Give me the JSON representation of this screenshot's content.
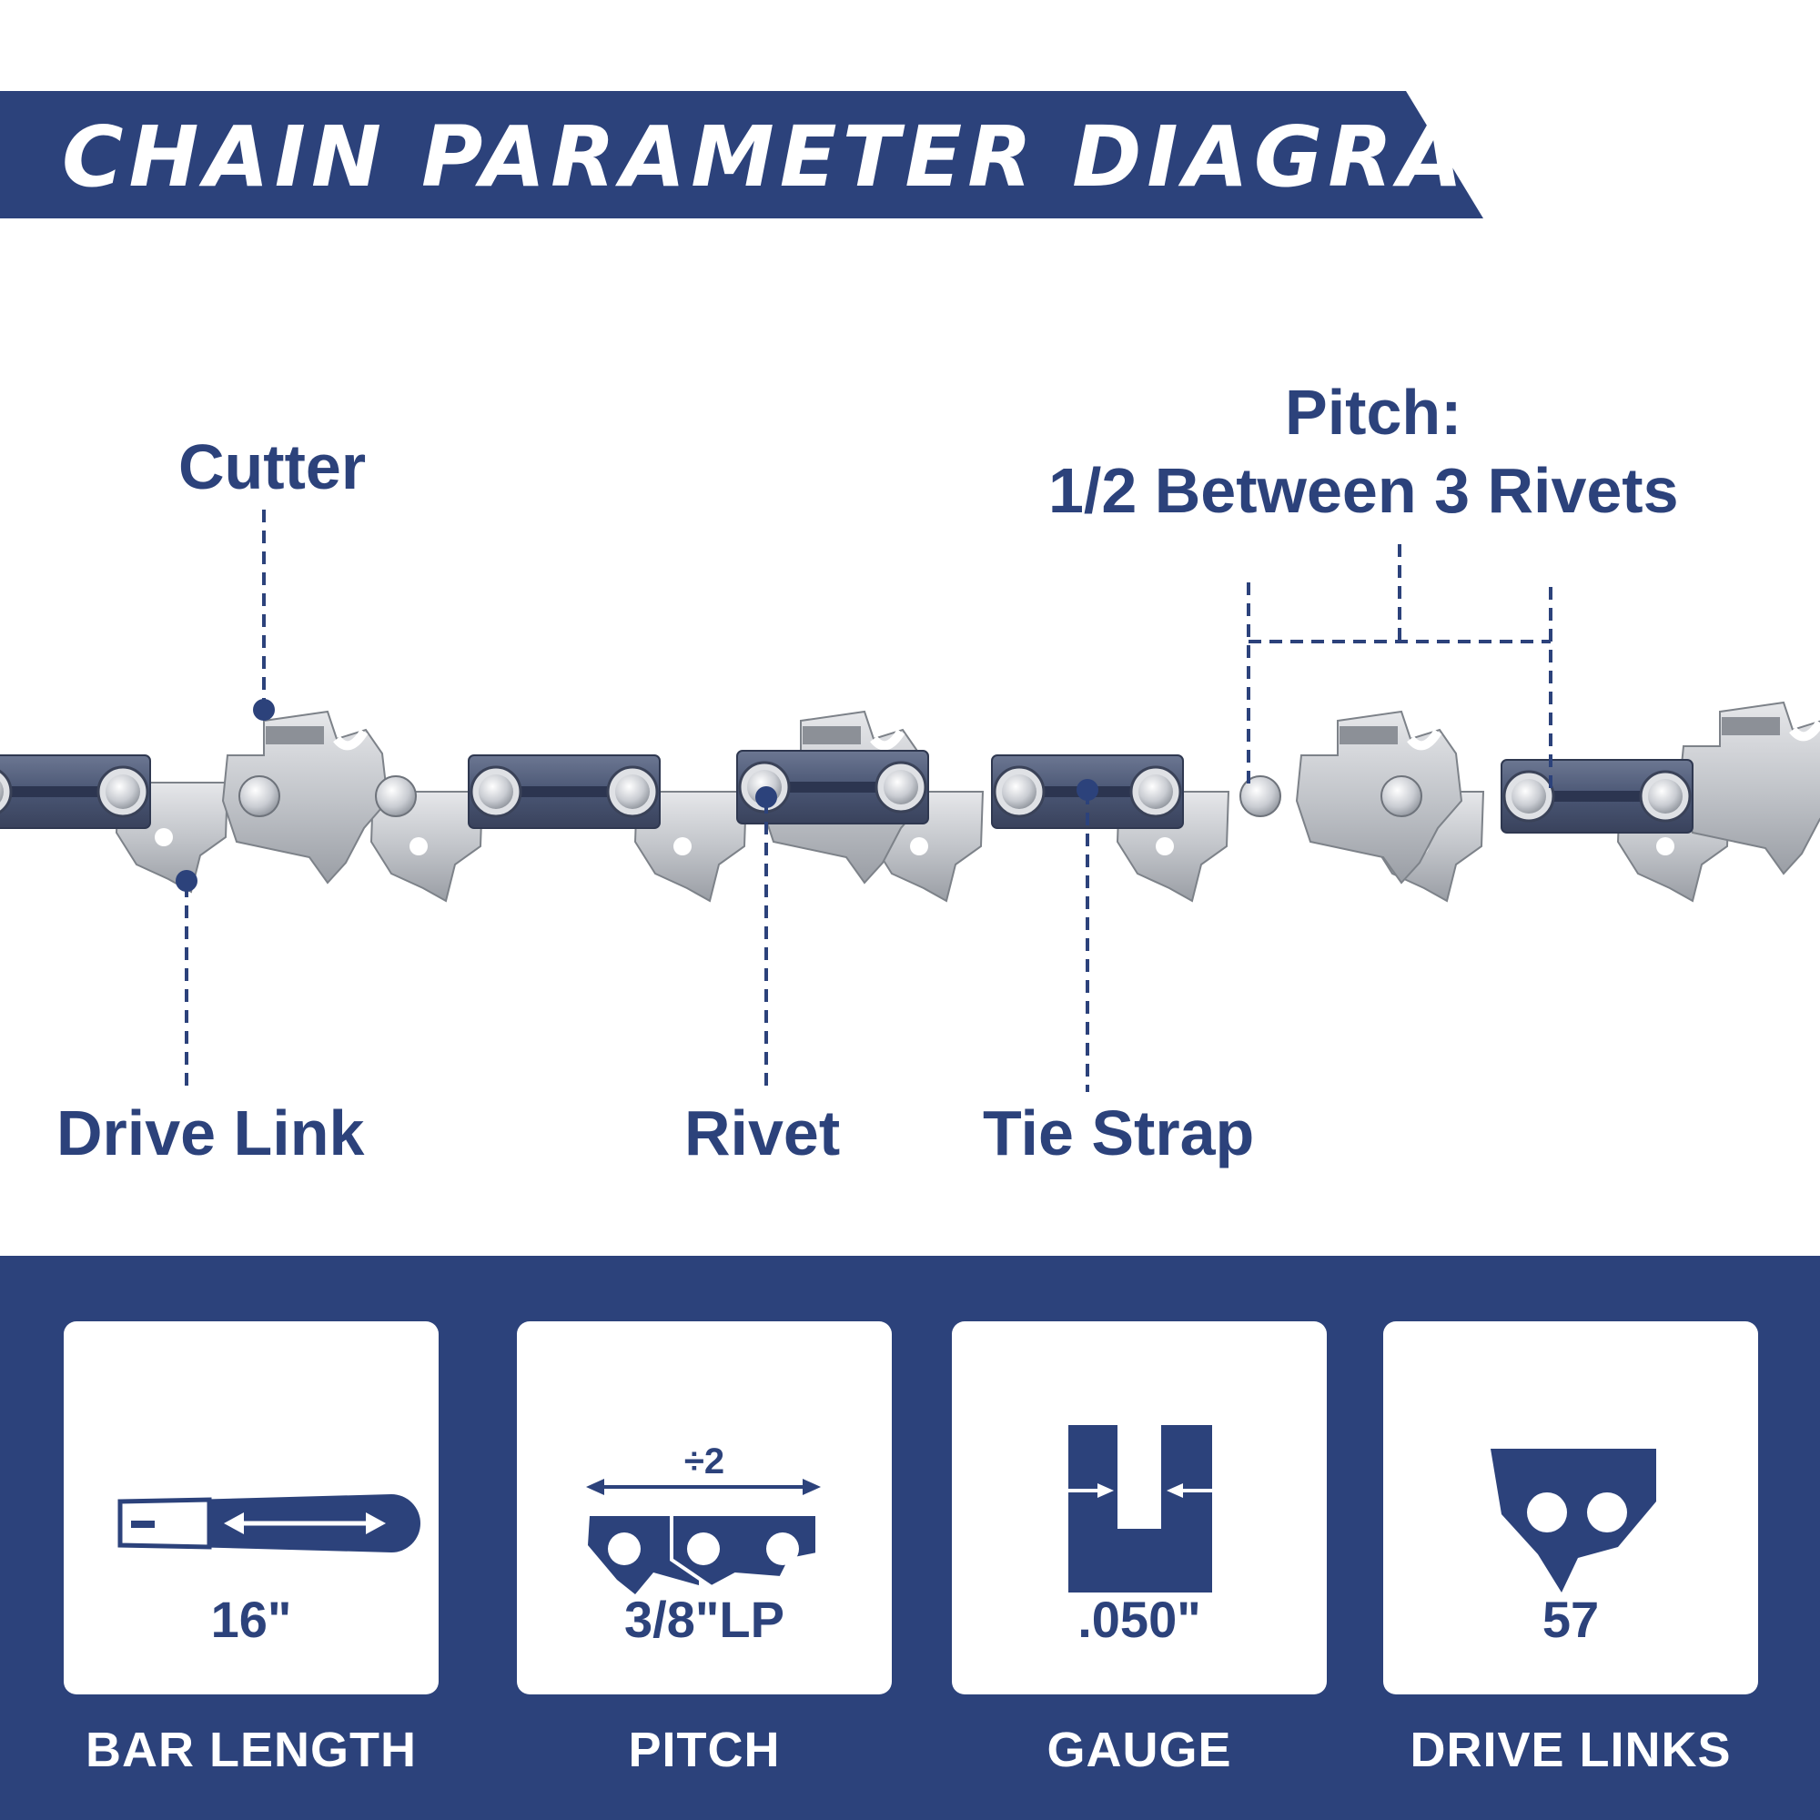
{
  "header": {
    "title": "CHAIN PARAMETER DIAGRAM"
  },
  "labels": {
    "cutter": "Cutter",
    "pitch_title": "Pitch:",
    "pitch_desc": "1/2 Between 3 Rivets",
    "drive_link": "Drive Link",
    "rivet": "Rivet",
    "tie_strap": "Tie Strap"
  },
  "specs": [
    {
      "name": "BAR LENGTH",
      "value": "16\"",
      "icon": "bar-icon"
    },
    {
      "name": "PITCH",
      "value": "3/8\"LP",
      "icon": "pitch-chain-icon",
      "icon_text": "÷2"
    },
    {
      "name": "GAUGE",
      "value": ".050\"",
      "icon": "gauge-icon"
    },
    {
      "name": "DRIVE LINKS",
      "value": "57",
      "icon": "drive-link-icon"
    }
  ],
  "colors": {
    "brand": "#2c427b",
    "steel": "#c5c7cb",
    "strap": "#4d5a78"
  }
}
